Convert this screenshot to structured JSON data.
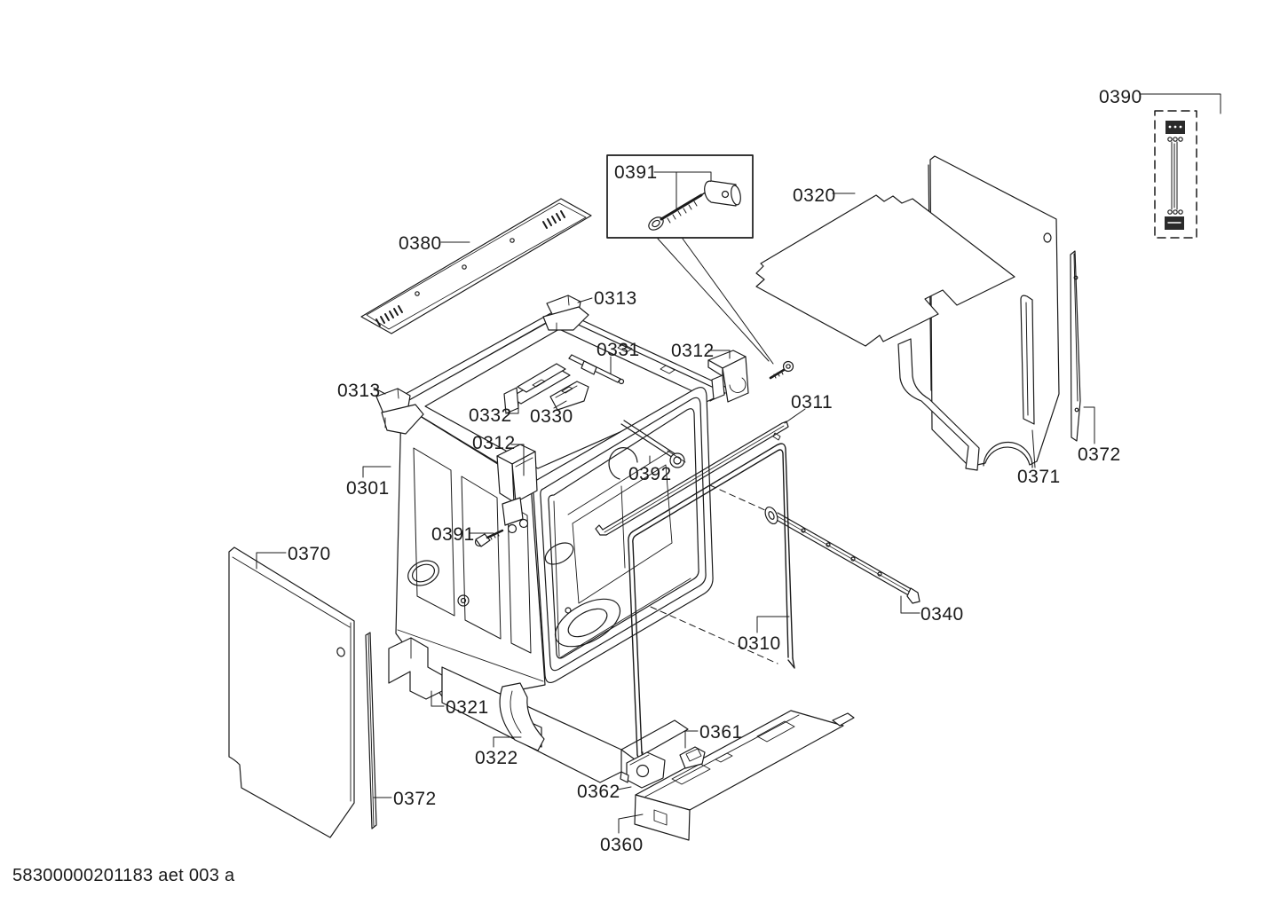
{
  "page": {
    "background": "#ffffff",
    "line_color": "#1a1a1a",
    "footer": "58300000201183 aet 003 a"
  },
  "labels": [
    "0390",
    "0391",
    "0320",
    "0380",
    "0313",
    "0331",
    "0312",
    "0313",
    "0332",
    "0330",
    "0311",
    "0312",
    "0301",
    "0372",
    "0371",
    "0392",
    "0391",
    "0370",
    "0340",
    "0310",
    "0321",
    "0322",
    "0361",
    "0362",
    "0372",
    "0360"
  ]
}
